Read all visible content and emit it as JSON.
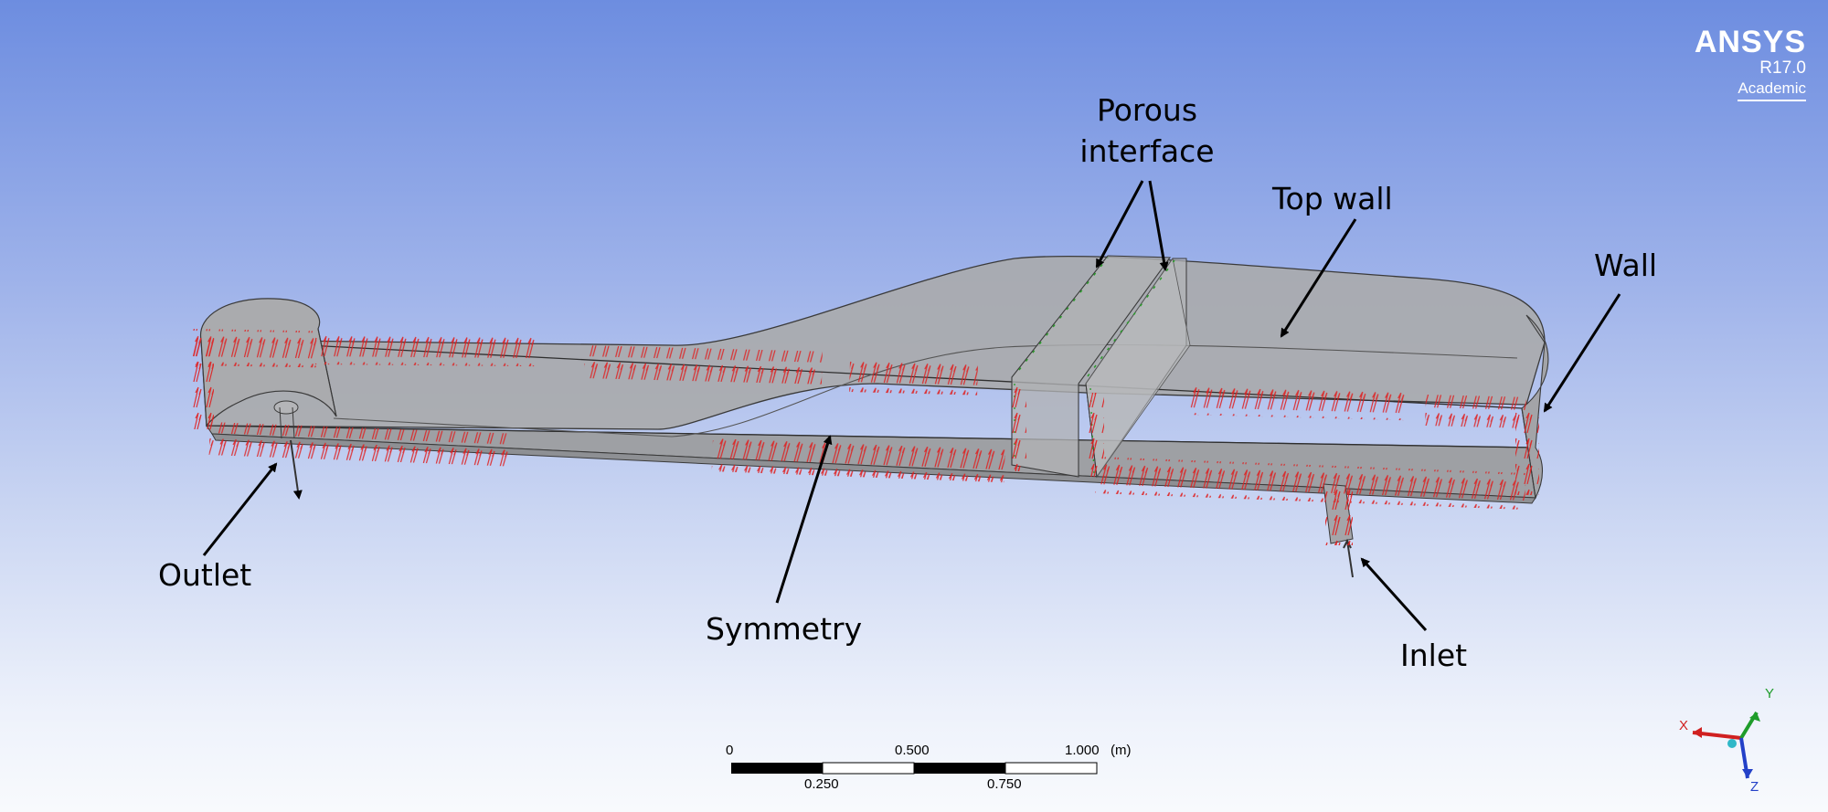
{
  "logo": {
    "brand": "ANSYS",
    "version": "R17.0",
    "edition": "Academic"
  },
  "labels": {
    "porous_line1": "Porous",
    "porous_line2": "interface",
    "top_wall": "Top wall",
    "wall": "Wall",
    "outlet": "Outlet",
    "symmetry": "Symmetry",
    "inlet": "Inlet"
  },
  "scale_bar": {
    "unit": "(m)",
    "upper_ticks": [
      "0",
      "0.500",
      "1.000"
    ],
    "lower_ticks": [
      "0.250",
      "0.750"
    ]
  },
  "triad": {
    "x": "X",
    "y": "Y",
    "z": "Z"
  },
  "colors": {
    "geometry_fill": "#a9aaad",
    "geometry_edge": "#3a3a3a",
    "boundary_marker": "#e02020",
    "porous_marker": "#2a9a2a",
    "axis_x": "#d02020",
    "axis_y": "#1e9c2a",
    "axis_z": "#2340c8"
  }
}
